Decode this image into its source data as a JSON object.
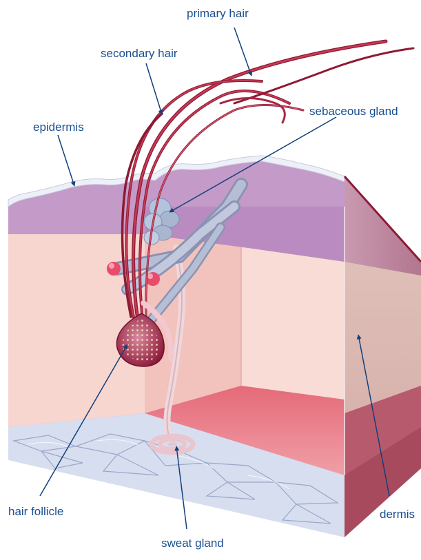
{
  "labels": {
    "primary_hair": "primary hair",
    "secondary_hair": "secondary hair",
    "sebaceous_gland": "sebaceous gland",
    "epidermis": "epidermis",
    "hair_follicle": "hair follicle",
    "dermis": "dermis",
    "sweat_gland": "sweat gland"
  },
  "colors": {
    "label_text": "#1a4f8f",
    "arrow": "#123f7a",
    "epidermis": "#c49ac8",
    "dermis": "#f6d2cb",
    "dermis_floor": "#ea7f89",
    "hair": "#b1283f",
    "gland": "#a8b6cf",
    "fat_tissue": "#d7def0"
  }
}
